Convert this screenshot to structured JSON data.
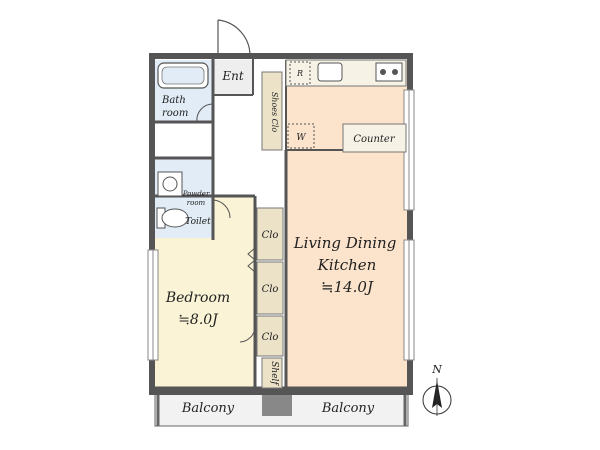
{
  "rooms": {
    "entrance": "Ent",
    "bath_line1": "Bath",
    "bath_line2": "room",
    "shoes_closet": "Shoes Clo",
    "fridge": "R",
    "washer": "W",
    "counter": "Counter",
    "powder_line1": "Powder",
    "powder_line2": "room",
    "toilet": "Toilet",
    "ldk_line1": "Living Dining",
    "ldk_line2": "Kitchen",
    "ldk_size": "≒14.0J",
    "bedroom": "Bedroom",
    "bedroom_size": "≒8.0J",
    "closet_1": "Clo",
    "closet_2": "Clo",
    "closet_3": "Clo",
    "shelf": "Shelf",
    "balcony_left": "Balcony",
    "balcony_right": "Balcony"
  },
  "compass": {
    "north_label": "N"
  },
  "colors": {
    "wall": "#555555",
    "ldk_floor": "#fbe3cc",
    "bedroom_floor": "#faf3d6",
    "wet_floor": "#e1ecf6",
    "closet_fill": "#ebe2c8",
    "balcony_fill": "#f2f2f2"
  }
}
